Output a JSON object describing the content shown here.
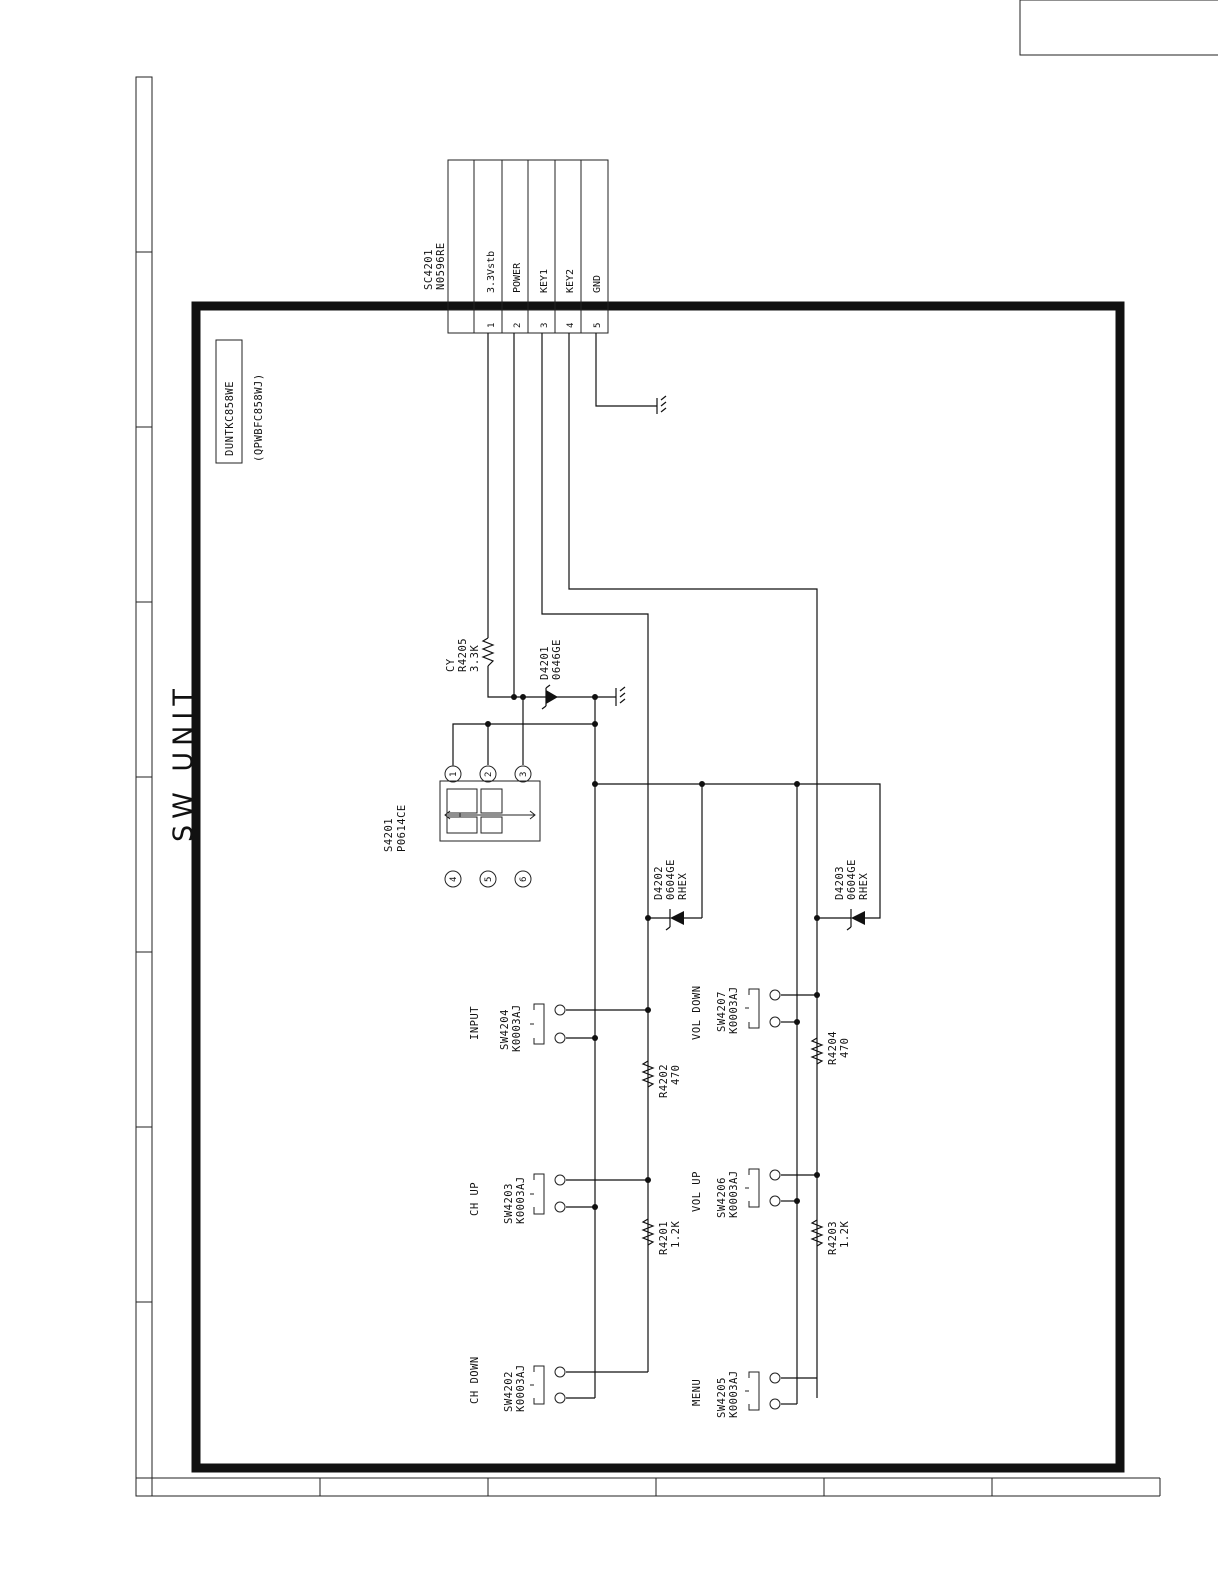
{
  "title": "SW UNIT",
  "unit_code": "DUNTKC858WE",
  "unit_sub": "(QPWBFC858WJ)",
  "connector": {
    "ref": "SC4201",
    "part": "N0596RE",
    "pins": [
      {
        "num": "1",
        "name": "3.3Vstb"
      },
      {
        "num": "2",
        "name": "POWER"
      },
      {
        "num": "3",
        "name": "KEY1"
      },
      {
        "num": "4",
        "name": "KEY2"
      },
      {
        "num": "5",
        "name": "GND"
      }
    ]
  },
  "r4205": {
    "prefix": "CY",
    "ref": "R4205",
    "value": "3.3K"
  },
  "d4201": {
    "ref": "D4201",
    "part": "0646GE"
  },
  "s4201": {
    "ref": "S4201",
    "part": "P0614CE",
    "pins_top": [
      "1",
      "2",
      "3"
    ],
    "pins_bottom": [
      "4",
      "5",
      "6"
    ]
  },
  "d4202": {
    "ref": "D4202",
    "part": "0604GE",
    "note": "RHEX"
  },
  "d4203": {
    "ref": "D4203",
    "part": "0604GE",
    "note": "RHEX"
  },
  "switches": [
    {
      "label": "INPUT",
      "ref": "SW4204",
      "part": "K0003AJ"
    },
    {
      "label": "CH UP",
      "ref": "SW4203",
      "part": "K0003AJ"
    },
    {
      "label": "CH DOWN",
      "ref": "SW4202",
      "part": "K0003AJ"
    },
    {
      "label": "VOL DOWN",
      "ref": "SW4207",
      "part": "K0003AJ"
    },
    {
      "label": "VOL UP",
      "ref": "SW4206",
      "part": "K0003AJ"
    },
    {
      "label": "MENU",
      "ref": "SW4205",
      "part": "K0003AJ"
    }
  ],
  "resistors": [
    {
      "ref": "R4202",
      "value": "470"
    },
    {
      "ref": "R4201",
      "value": "1.2K"
    },
    {
      "ref": "R4204",
      "value": "470"
    },
    {
      "ref": "R4203",
      "value": "1.2K"
    }
  ]
}
